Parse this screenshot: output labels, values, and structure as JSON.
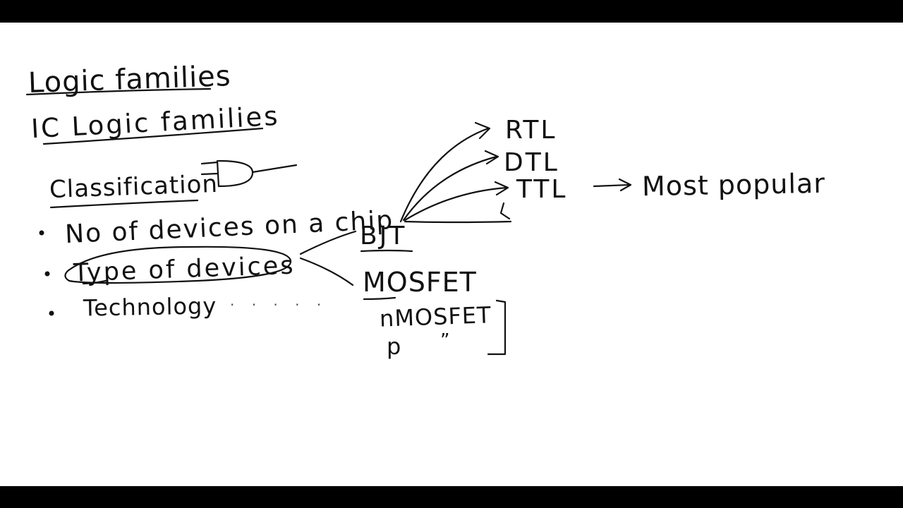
{
  "notes": {
    "title": "Logic families",
    "subtitle": "IC Logic families",
    "classification": "Classification",
    "bullets": [
      "No of devices on a chip",
      "Type of devices",
      "Technology"
    ],
    "technology_dots": ". . . . .",
    "device_types": {
      "bjt": "BJT",
      "mosfet": "MOSFET",
      "nmosfet": "nMOSFET",
      "pmosfet": "p",
      "ditto": "”"
    },
    "bjt_families": [
      "RTL",
      "DTL",
      "TTL"
    ],
    "ttl_note": "Most popular"
  }
}
